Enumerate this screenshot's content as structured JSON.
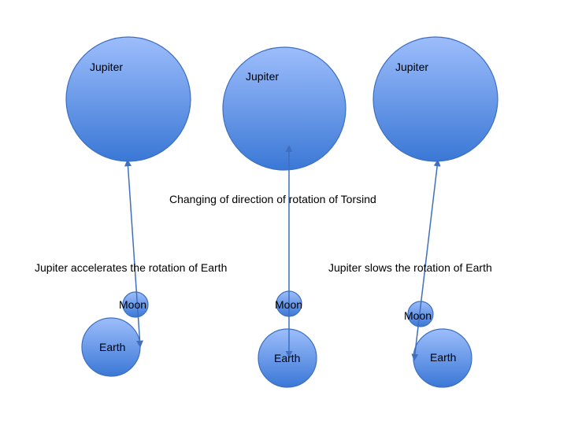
{
  "colors": {
    "fill_top": "#9dbdfb",
    "fill_bottom": "#3a78d6",
    "stroke": "#3d6fc0",
    "line": "#3f6fbe",
    "text": "#000000"
  },
  "diagram": {
    "center_caption": "Changing of direction of rotation of Torsind",
    "panels": [
      {
        "caption": "Jupiter accelerates the rotation of Earth",
        "jupiter": "Jupiter",
        "moon": "Moon",
        "earth": "Earth"
      },
      {
        "caption": "",
        "jupiter": "Jupiter",
        "moon": "Moon",
        "earth": "Earth"
      },
      {
        "caption": "Jupiter slows the rotation of Earth",
        "jupiter": "Jupiter",
        "moon": "Moon",
        "earth": "Earth"
      }
    ]
  }
}
